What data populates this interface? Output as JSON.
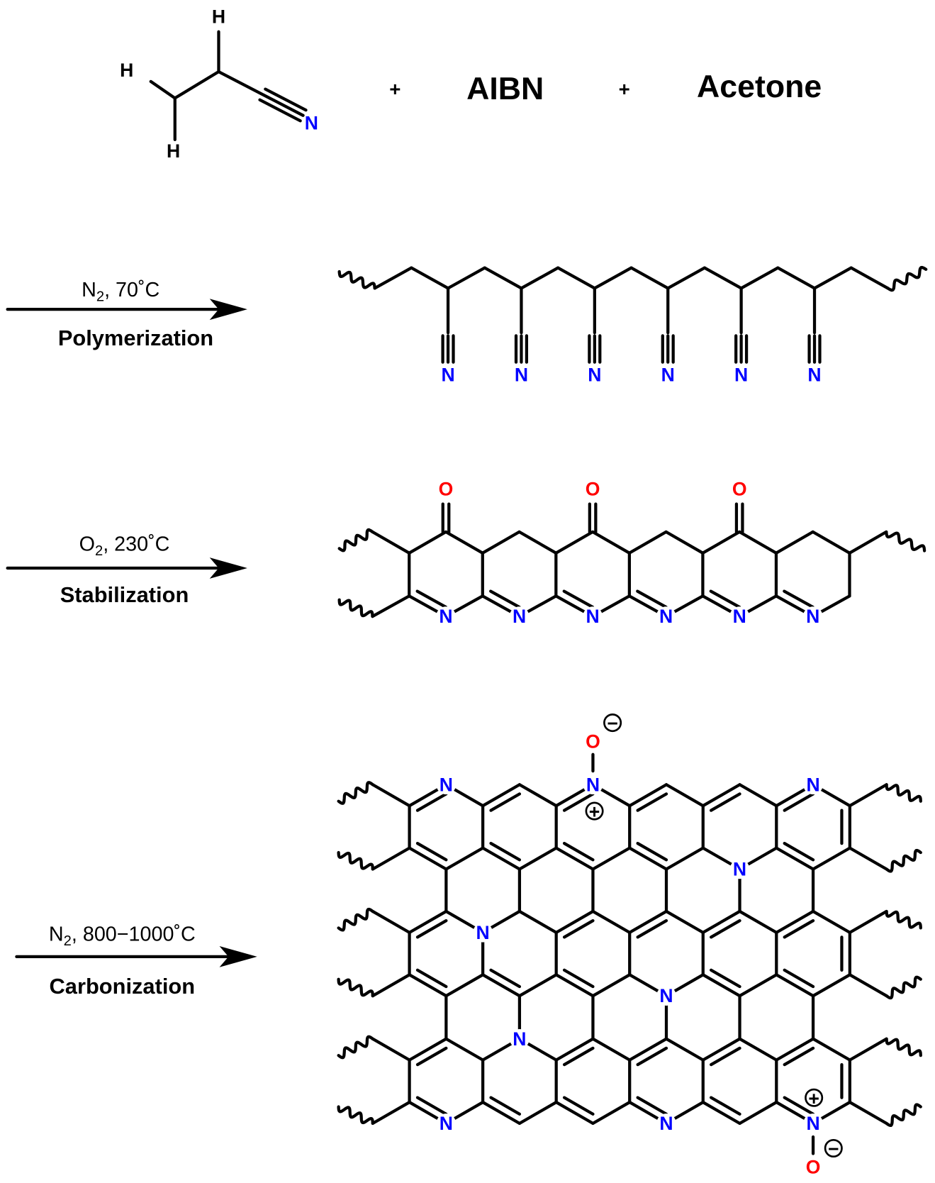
{
  "reactants": {
    "plus1": "+",
    "aibn": "AIBN",
    "plus2": "+",
    "acetone": "Acetone"
  },
  "atoms": {
    "H": "H",
    "N": "N",
    "O": "O",
    "plus": "+",
    "minus": "−"
  },
  "steps": [
    {
      "gas": "N",
      "sub": "2",
      "cond": ", 70˚C",
      "name": "Polymerization"
    },
    {
      "gas": "O",
      "sub": "2",
      "cond": ", 230˚C",
      "name": "Stabilization"
    },
    {
      "gas": "N",
      "sub": "2",
      "cond": ", 800−1000˚C",
      "name": "Carbonization"
    }
  ],
  "colors": {
    "bond": "#000000",
    "nitrogen": "#0000ff",
    "oxygen": "#ff0000"
  }
}
